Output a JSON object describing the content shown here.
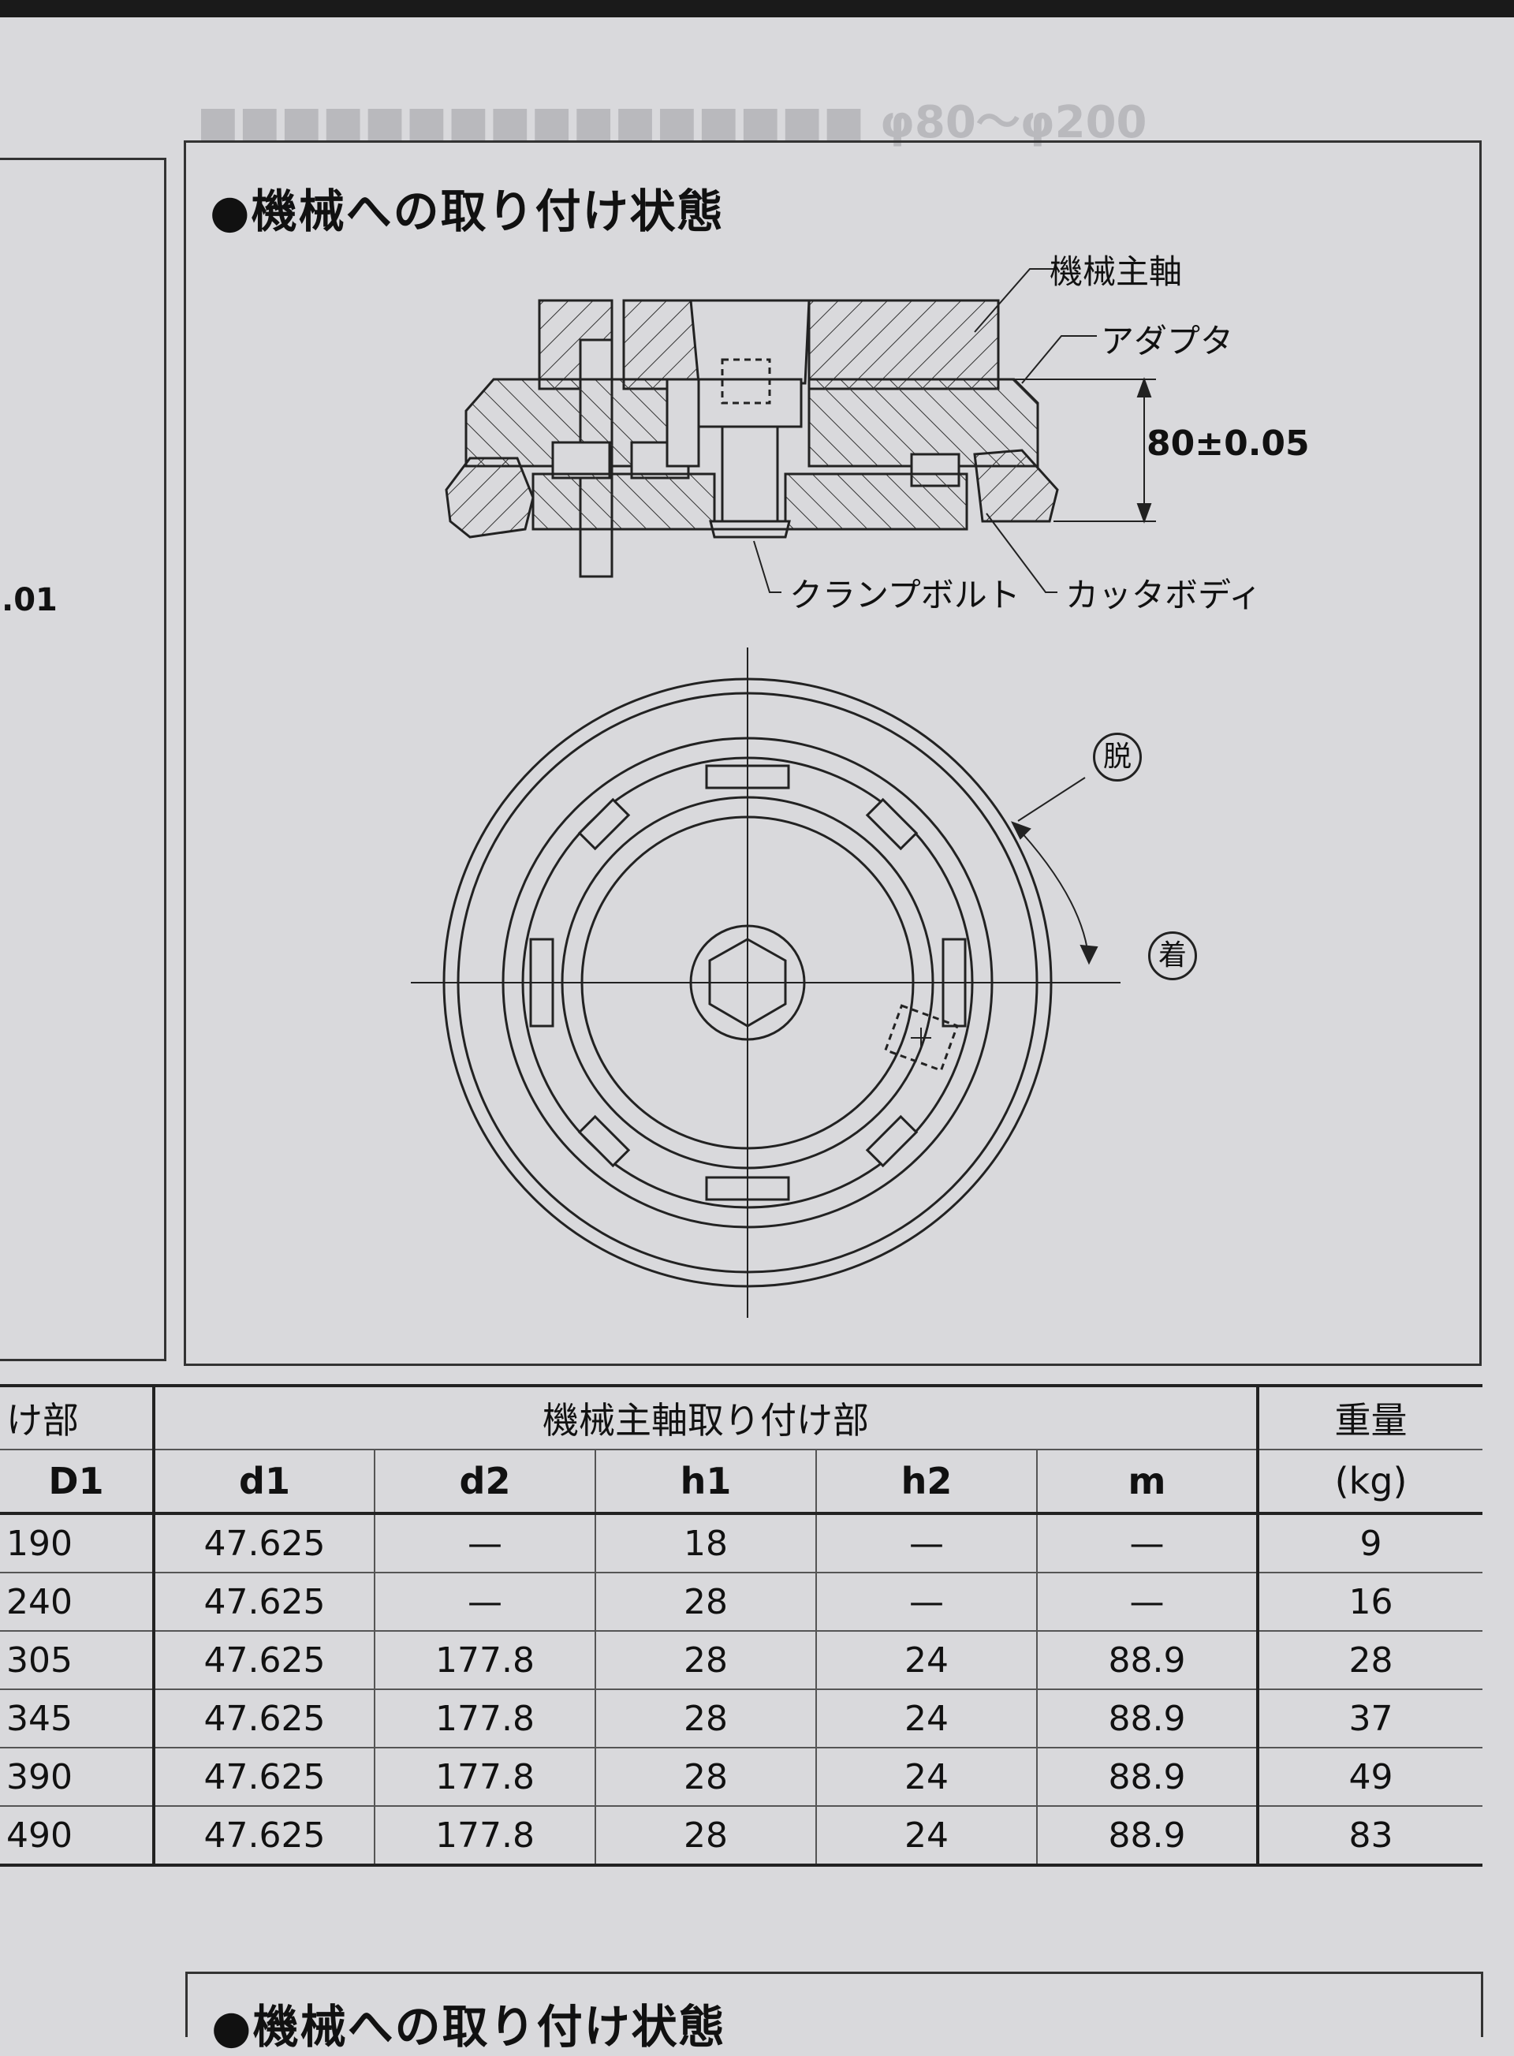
{
  "section": {
    "title": "●機械への取り付け状態",
    "bottom_title": "●機械への取り付け状態"
  },
  "left_column": {
    "fragment": ".01"
  },
  "drawing": {
    "labels": {
      "spindle": "機械主軸",
      "adapter": "アダプタ",
      "dimension": "80±0.05",
      "clamp_bolt": "クランプボルト",
      "cutter_body": "カッタボディ",
      "release": "脱",
      "attach": "着"
    }
  },
  "table": {
    "group_left": "け部",
    "group_main": "機械主軸取り付け部",
    "weight_header": "重量",
    "weight_unit": "(kg)",
    "columns": [
      "D1",
      "d1",
      "d2",
      "h1",
      "h2",
      "m"
    ],
    "rows": [
      [
        "190",
        "47.625",
        "—",
        "18",
        "—",
        "—",
        "9"
      ],
      [
        "240",
        "47.625",
        "—",
        "28",
        "—",
        "—",
        "16"
      ],
      [
        "305",
        "47.625",
        "177.8",
        "28",
        "24",
        "88.9",
        "28"
      ],
      [
        "345",
        "47.625",
        "177.8",
        "28",
        "24",
        "88.9",
        "37"
      ],
      [
        "390",
        "47.625",
        "177.8",
        "28",
        "24",
        "88.9",
        "49"
      ],
      [
        "490",
        "47.625",
        "177.8",
        "28",
        "24",
        "88.9",
        "83"
      ]
    ]
  }
}
